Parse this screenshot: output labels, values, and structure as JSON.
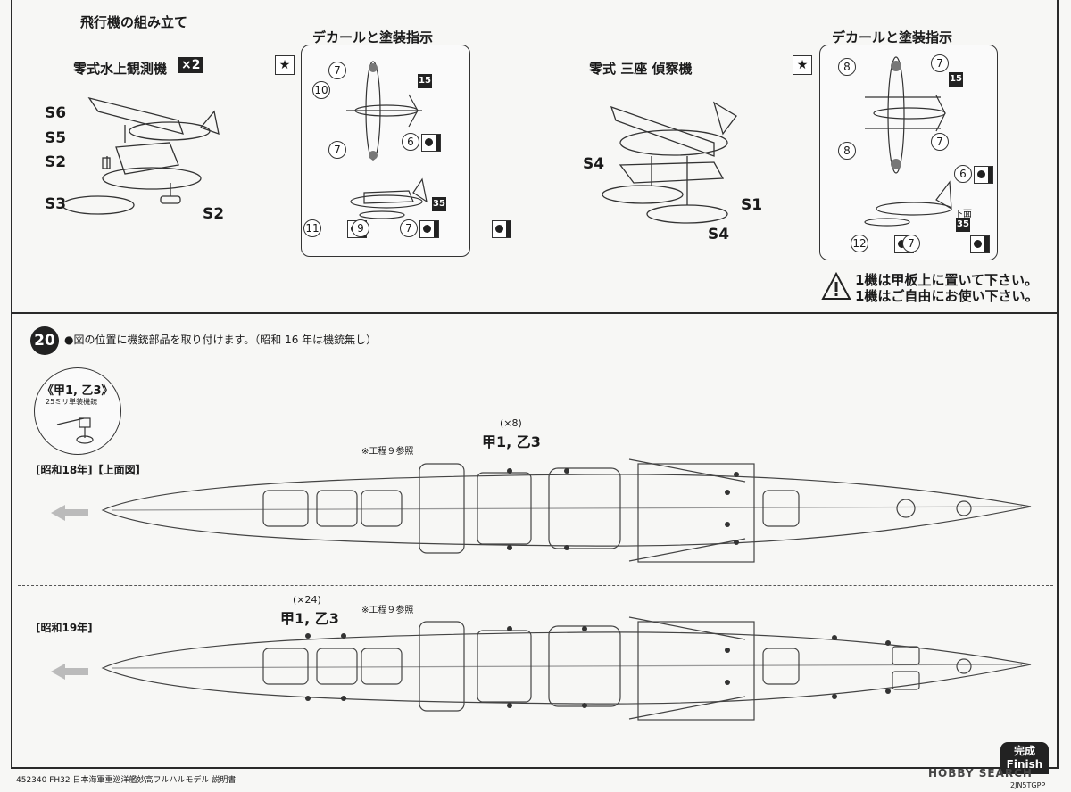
{
  "top": {
    "assembly_title": "飛行機の組み立て",
    "plane1": {
      "name": "零式水上観測機",
      "qty": "×2",
      "parts": [
        "S6",
        "S5",
        "S2",
        "S3",
        "S2"
      ]
    },
    "plane2": {
      "name": "零式 三座 偵察機",
      "parts": [
        "S4",
        "S1",
        "S4"
      ]
    },
    "decal_title1": "デカールと塗装指示",
    "decal_title2": "デカールと塗装指示",
    "decal1_callouts": [
      "7",
      "10",
      "15",
      "7",
      "6",
      "11",
      "9",
      "7",
      "35"
    ],
    "decal2_callouts": [
      "8",
      "7",
      "15",
      "8",
      "7",
      "6",
      "12",
      "7",
      "35"
    ],
    "decal2_sub": "下面",
    "star": "★",
    "warning_line1": "1機は甲板上に置いて下さい。",
    "warning_line2": "1機はご自由にお使い下さい。"
  },
  "step20": {
    "number": "20",
    "instruction": "●図の位置に機銃部品を取り付けます。（昭和 16 年は機銃無し）",
    "inset_title": "《甲1, 乙3》",
    "inset_sub": "25ミリ単装機銃",
    "view1": {
      "label": "[昭和18年]【上面図】",
      "qty": "(×8)",
      "parts": "甲1, 乙3",
      "ref": "※工程９参照"
    },
    "view2": {
      "label": "[昭和19年]",
      "qty": "(×24)",
      "parts": "甲1, 乙3",
      "ref": "※工程９参照"
    }
  },
  "footer": {
    "left": "452340  FH32  日本海軍重巡洋艦妙高フルハルモデル  説明書",
    "right": "2JN5TGPP",
    "finish_jp": "完成",
    "finish_en": "Finish",
    "watermark": "HOBBY SEARCH"
  },
  "colors": {
    "ink": "#1a1a1a",
    "paper": "#f7f7f5",
    "line": "#2a2a2a"
  }
}
